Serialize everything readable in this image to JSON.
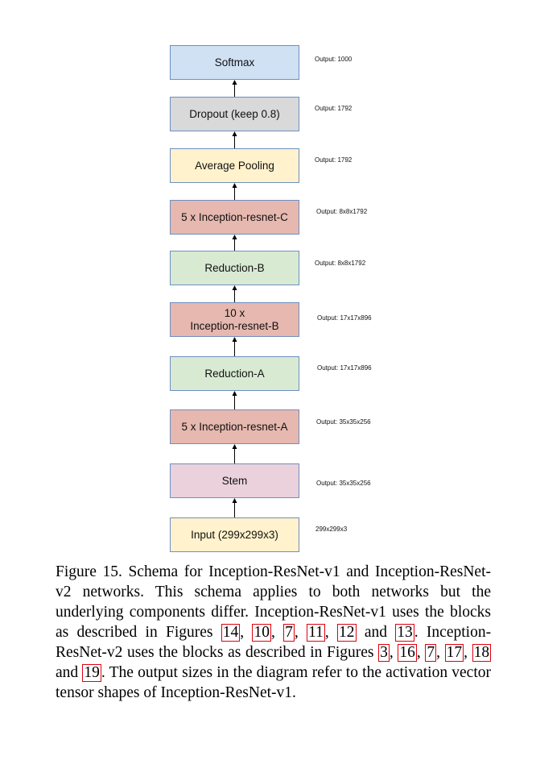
{
  "diagram": {
    "blocks": [
      {
        "label": "Softmax",
        "output": "Output: 1000",
        "color": "#cfe1f3"
      },
      {
        "label": "Dropout (keep 0.8)",
        "output": "Output: 1792",
        "color": "#d9d9d9"
      },
      {
        "label": "Average Pooling",
        "output": "Output: 1792",
        "color": "#fff2cc"
      },
      {
        "label": "5 x Inception-resnet-C",
        "output": "Output: 8x8x1792",
        "color": "#e6b8af"
      },
      {
        "label": "Reduction-B",
        "output": "Output: 8x8x1792",
        "color": "#d9ead3"
      },
      {
        "label": "10 x\nInception-resnet-B",
        "output": "Output: 17x17x896",
        "color": "#e6b8af"
      },
      {
        "label": "Reduction-A",
        "output": "Output: 17x17x896",
        "color": "#d9ead3"
      },
      {
        "label": "5 x Inception-resnet-A",
        "output": "Output: 35x35x256",
        "color": "#e6b8af"
      },
      {
        "label": "Stem",
        "output": "Output: 35x35x256",
        "color": "#ead1dc"
      },
      {
        "label": "Input (299x299x3)",
        "output": "299x299x3",
        "color": "#fff2cc"
      }
    ],
    "border_color": "#6d8fc2"
  },
  "caption": {
    "p1": "Figure 15. Schema for Inception-ResNet-v1 and Inception-ResNet-v2 networks. This schema applies to both networks but the underlying components differ. Inception-ResNet-v1 uses the blocks as described in Figures",
    "refs1": [
      "14",
      "10",
      "7",
      "11",
      "12"
    ],
    "and1": "and",
    "ref1_last": "13",
    "p2": ". Inception-ResNet-v2 uses the blocks as described in Figures",
    "refs2": [
      "3",
      "16",
      "7",
      "17",
      "18"
    ],
    "and2": "and",
    "ref2_last": "19",
    "p3": ". The output sizes in the diagram refer to the activation vector tensor shapes of Inception-ResNet-v1.",
    "ref_color": "#e0000f"
  }
}
